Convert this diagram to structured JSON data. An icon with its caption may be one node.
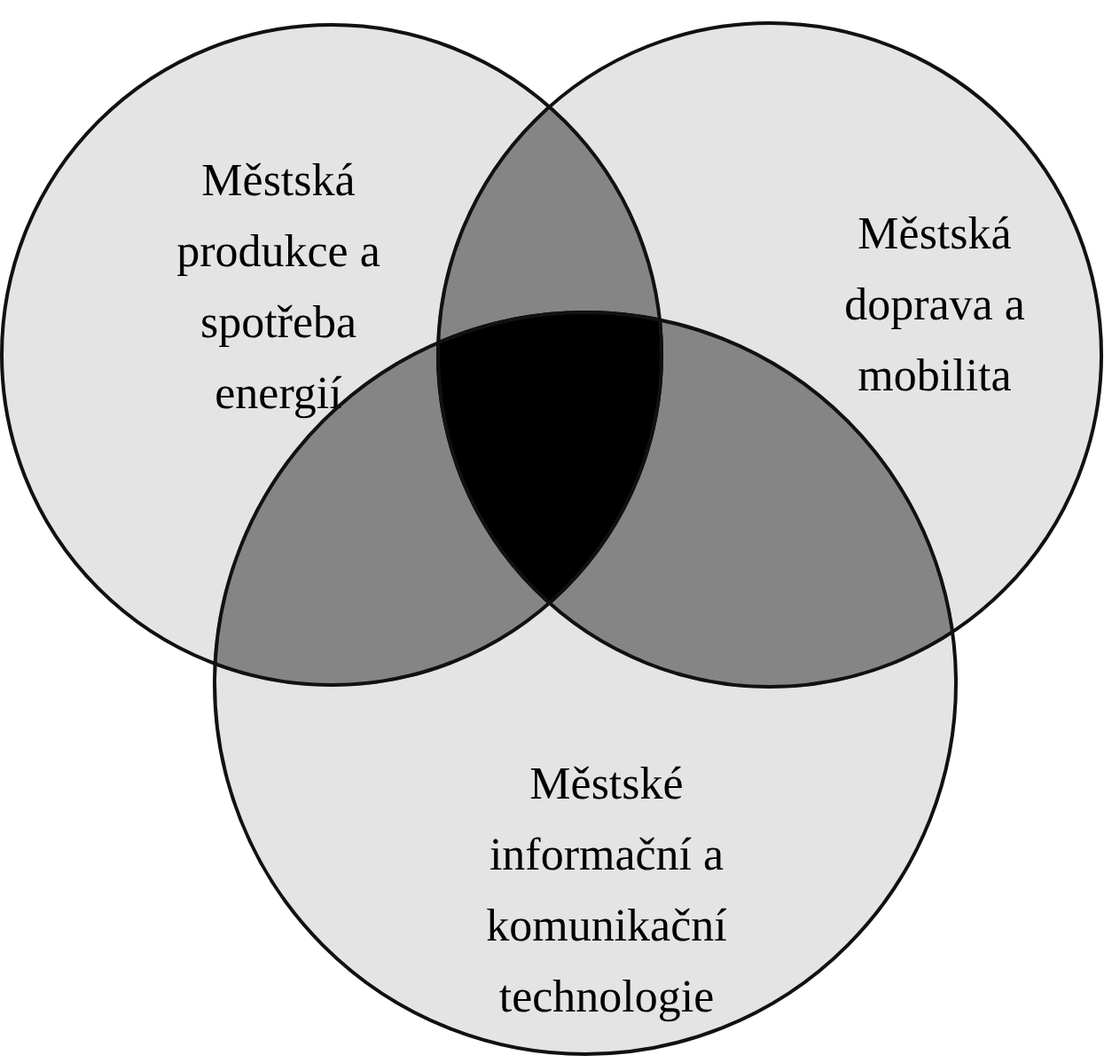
{
  "diagram": {
    "nodes": [
      {
        "text": [
          "Městská produkce a spotřeba energií"
        ]
      },
      {
        "text": [
          "Městská doprava a mobilita"
        ]
      },
      {
        "text": [
          "Městské informační a komunikační technologie"
        ]
      }
    ]
  }
}
